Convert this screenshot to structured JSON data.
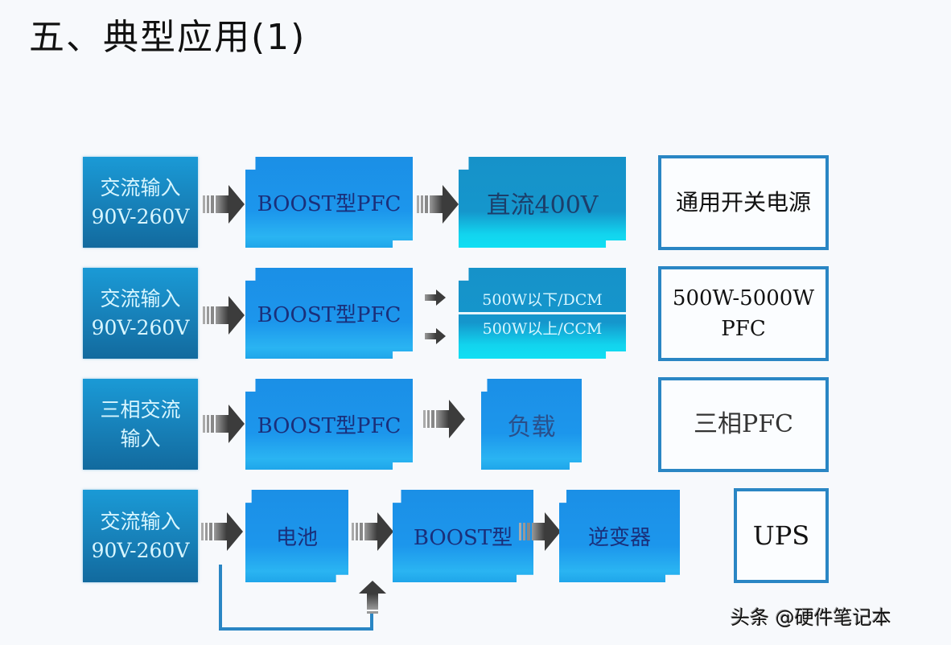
{
  "title": "五、典型应用(1)",
  "rows": [
    {
      "input": [
        "交流输入",
        "90V-260V"
      ],
      "process": "BOOST型PFC",
      "output": "直流400V",
      "application": [
        "通用开关电源"
      ]
    },
    {
      "input": [
        "交流输入",
        "90V-260V"
      ],
      "process": "BOOST型PFC",
      "output_modes": [
        "500W以下/DCM",
        "500W以上/CCM"
      ],
      "application": [
        "500W-5000W",
        "PFC"
      ]
    },
    {
      "input": [
        "三相交流",
        "输入"
      ],
      "process": "BOOST型PFC",
      "output": "负载",
      "application": [
        "三相PFC"
      ]
    },
    {
      "input": [
        "交流输入",
        "90V-260V"
      ],
      "battery": "电池",
      "process": "BOOST型",
      "output": "逆变器",
      "application": [
        "UPS"
      ]
    }
  ],
  "colors": {
    "input_blue": "#1780b8",
    "process_blue": "#1c96ec",
    "output_teal": "#1596cc",
    "outline_blue": "#2a86c4",
    "arrow_gray": "#4a4a4a"
  },
  "watermark": "头条 @硬件笔记本"
}
